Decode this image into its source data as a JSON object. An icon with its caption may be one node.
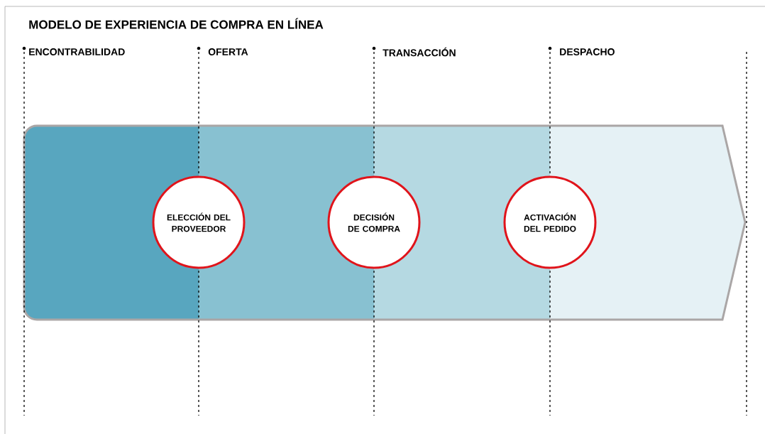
{
  "diagram": {
    "title": "MODELO DE EXPERIENCIA DE COMPRA EN LÍNEA",
    "nodes": [
      {
        "text": [],
        "shape": "band"
      },
      {
        "text": [],
        "shape": "band"
      },
      {
        "text": [],
        "shape": "band"
      },
      {
        "text": [],
        "shape": "band"
      },
      {
        "text": [
          "ELECCIÓN DEL PROVEEDOR"
        ]
      },
      {
        "text": [
          "DECISIÓN DE COMPRA"
        ]
      },
      {
        "text": [
          "ACTIVACIÓN DEL PEDIDO"
        ]
      }
    ],
    "labels": [
      "ENCONTRABILIDAD",
      "OFERTA",
      "TRANSACCIÓN",
      "DESPACHO"
    ]
  }
}
